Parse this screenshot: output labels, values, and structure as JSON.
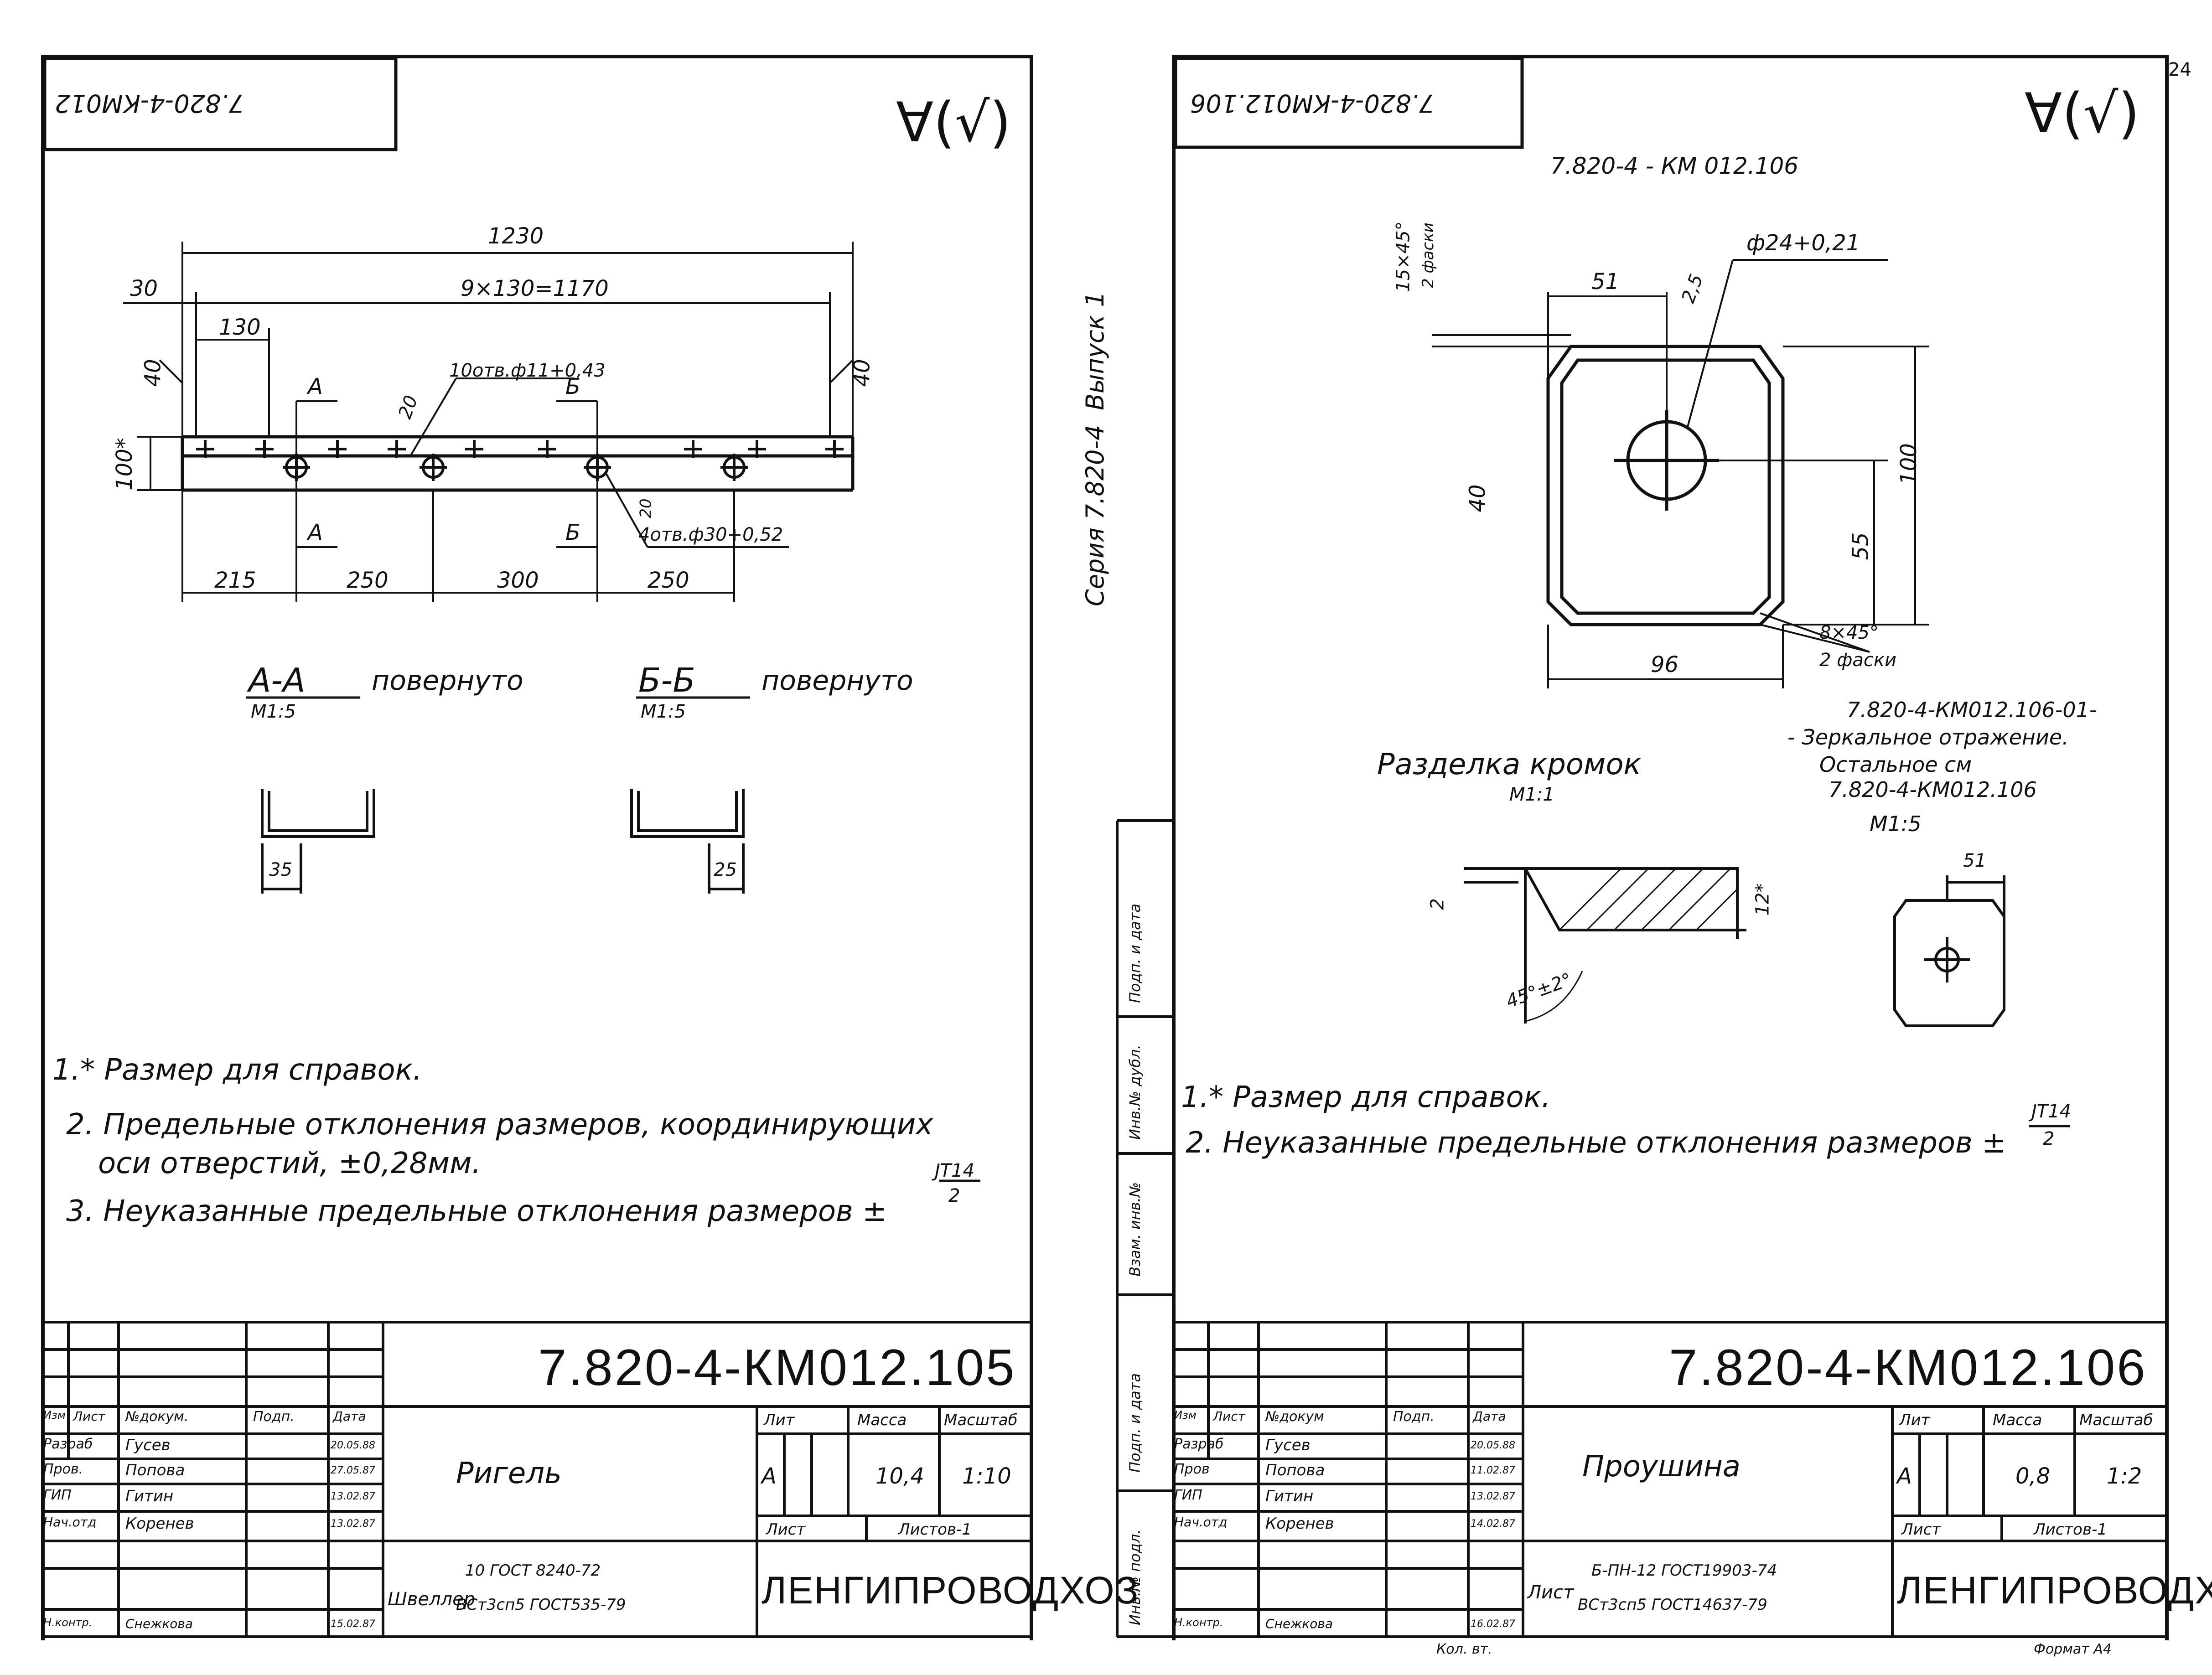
{
  "left_sheet": {
    "stamp_code": "7.820-4-КМ012",
    "roughness": "∀(√)",
    "dims": {
      "overall": "1230",
      "pitch": "9×130=1170",
      "edge": "30",
      "first": "130",
      "end_left": "40",
      "end_right": "40",
      "height": "100*",
      "holes_small": "10отв.ф11+0,43",
      "holes_small_angle": "20",
      "holes_large": "4отв.ф30+0,52",
      "holes_large_angle": "20",
      "seg1": "215",
      "seg2": "250",
      "seg3": "300",
      "seg4": "250",
      "sec_a_dim": "35",
      "sec_b_dim": "25"
    },
    "section_marks": {
      "a": "А",
      "b": "Б"
    },
    "section_a": {
      "title": "А-А",
      "suffix": "повернуто",
      "scale": "М1:5"
    },
    "section_b": {
      "title": "Б-Б",
      "suffix": "повернуто",
      "scale": "М1:5"
    },
    "notes": [
      "1.* Размер для справок.",
      "2. Предельные отклонения размеров, координирующих",
      "оси отверстий, ±0,28мм.",
      "3. Неуказанные предельные отклонения размеров ±",
      "JT14",
      "2"
    ],
    "title_block": {
      "doc_code": "7.820-4-КМ012.105",
      "name": "Ригель",
      "headers": [
        "Изм",
        "Лист",
        "№докум.",
        "Подп.",
        "Дата"
      ],
      "rows": [
        [
          "Разраб",
          "Гусев",
          "",
          "20.05.88"
        ],
        [
          "Пров.",
          "Попова",
          "",
          "27.05.87"
        ],
        [
          "ГИП",
          "Гитин",
          "",
          "13.02.87"
        ],
        [
          "Нач.отд",
          "Коренев",
          "",
          "13.02.87"
        ],
        [
          "Н.контр.",
          "Снежкова",
          "",
          "15.02.87"
        ]
      ],
      "lit_label": "Лит",
      "mass_label": "Масса",
      "scale_label": "Масштаб",
      "lit": "А",
      "mass": "10,4",
      "scale": "1:10",
      "sheet_label": "Лист",
      "sheets_label": "Листов-1",
      "material_prefix": "Швеллер",
      "material_top": "10 ГОСТ 8240-72",
      "material_bottom": "ВСт3сп5 ГОСТ535-79",
      "org": "ЛЕНГИПРОВОДХОЗ"
    }
  },
  "right_sheet": {
    "stamp_code": "7.820-4-КМ012.106",
    "roughness": "∀(√)",
    "page_number": "24",
    "view_code": "7.820-4 - КМ 012.106",
    "dims": {
      "hole": "ф24+0,21",
      "chamfer_top": "15×45°",
      "chamfer_top_note": "2 фаски",
      "w_left": "51",
      "r": "2,5",
      "height": "100",
      "center_h": "55",
      "angle": "40",
      "width": "96",
      "chamfer_bot": "8×45°",
      "chamfer_bot_note": "2 фаски"
    },
    "mirror_note": [
      "7.820-4-КМ012.106-01-",
      "- Зеркальное отражение.",
      "Остальное см",
      "7.820-4-КМ012.106",
      "М1:5"
    ],
    "mirror_dim": "51",
    "edge_prep": {
      "title": "Разделка кромок",
      "scale": "М1:1",
      "d1": "2",
      "d2": "12*",
      "angle": "45°±2°"
    },
    "side_text": {
      "series": "Серия 7.820-4",
      "issue": "Выпуск 1"
    },
    "side_stamps": [
      "Инв.№ подл.",
      "Подп. и дата",
      "Взам. инв.№",
      "Инв.№ дубл.",
      "Подп. и дата"
    ],
    "notes": [
      "1.* Размер для справок.",
      "2. Неуказанные предельные отклонения размеров ±",
      "JT14",
      "2"
    ],
    "title_block": {
      "doc_code": "7.820-4-КМ012.106",
      "name": "Проушина",
      "headers": [
        "Изм",
        "Лист",
        "№докум",
        "Подп.",
        "Дата"
      ],
      "rows": [
        [
          "Разраб",
          "Гусев",
          "",
          "20.05.88"
        ],
        [
          "Пров",
          "Попова",
          "",
          "11.02.87"
        ],
        [
          "ГИП",
          "Гитин",
          "",
          "13.02.87"
        ],
        [
          "Нач.отд",
          "Коренев",
          "",
          "14.02.87"
        ],
        [
          "Н.контр.",
          "Снежкова",
          "",
          "16.02.87"
        ]
      ],
      "lit_label": "Лит",
      "mass_label": "Масса",
      "scale_label": "Масштаб",
      "lit": "А",
      "mass": "0,8",
      "scale": "1:2",
      "sheet_label": "Лист",
      "sheets_label": "Листов-1",
      "material_prefix": "Лист",
      "material_top": "Б-ПН-12 ГОСТ19903-74",
      "material_bottom": "ВСт3сп5 ГОСТ14637-79",
      "org": "ЛЕНГИПРОВОДХОЗ",
      "footer_left": "Кол. вт.",
      "footer_right": "Формат А4"
    }
  }
}
